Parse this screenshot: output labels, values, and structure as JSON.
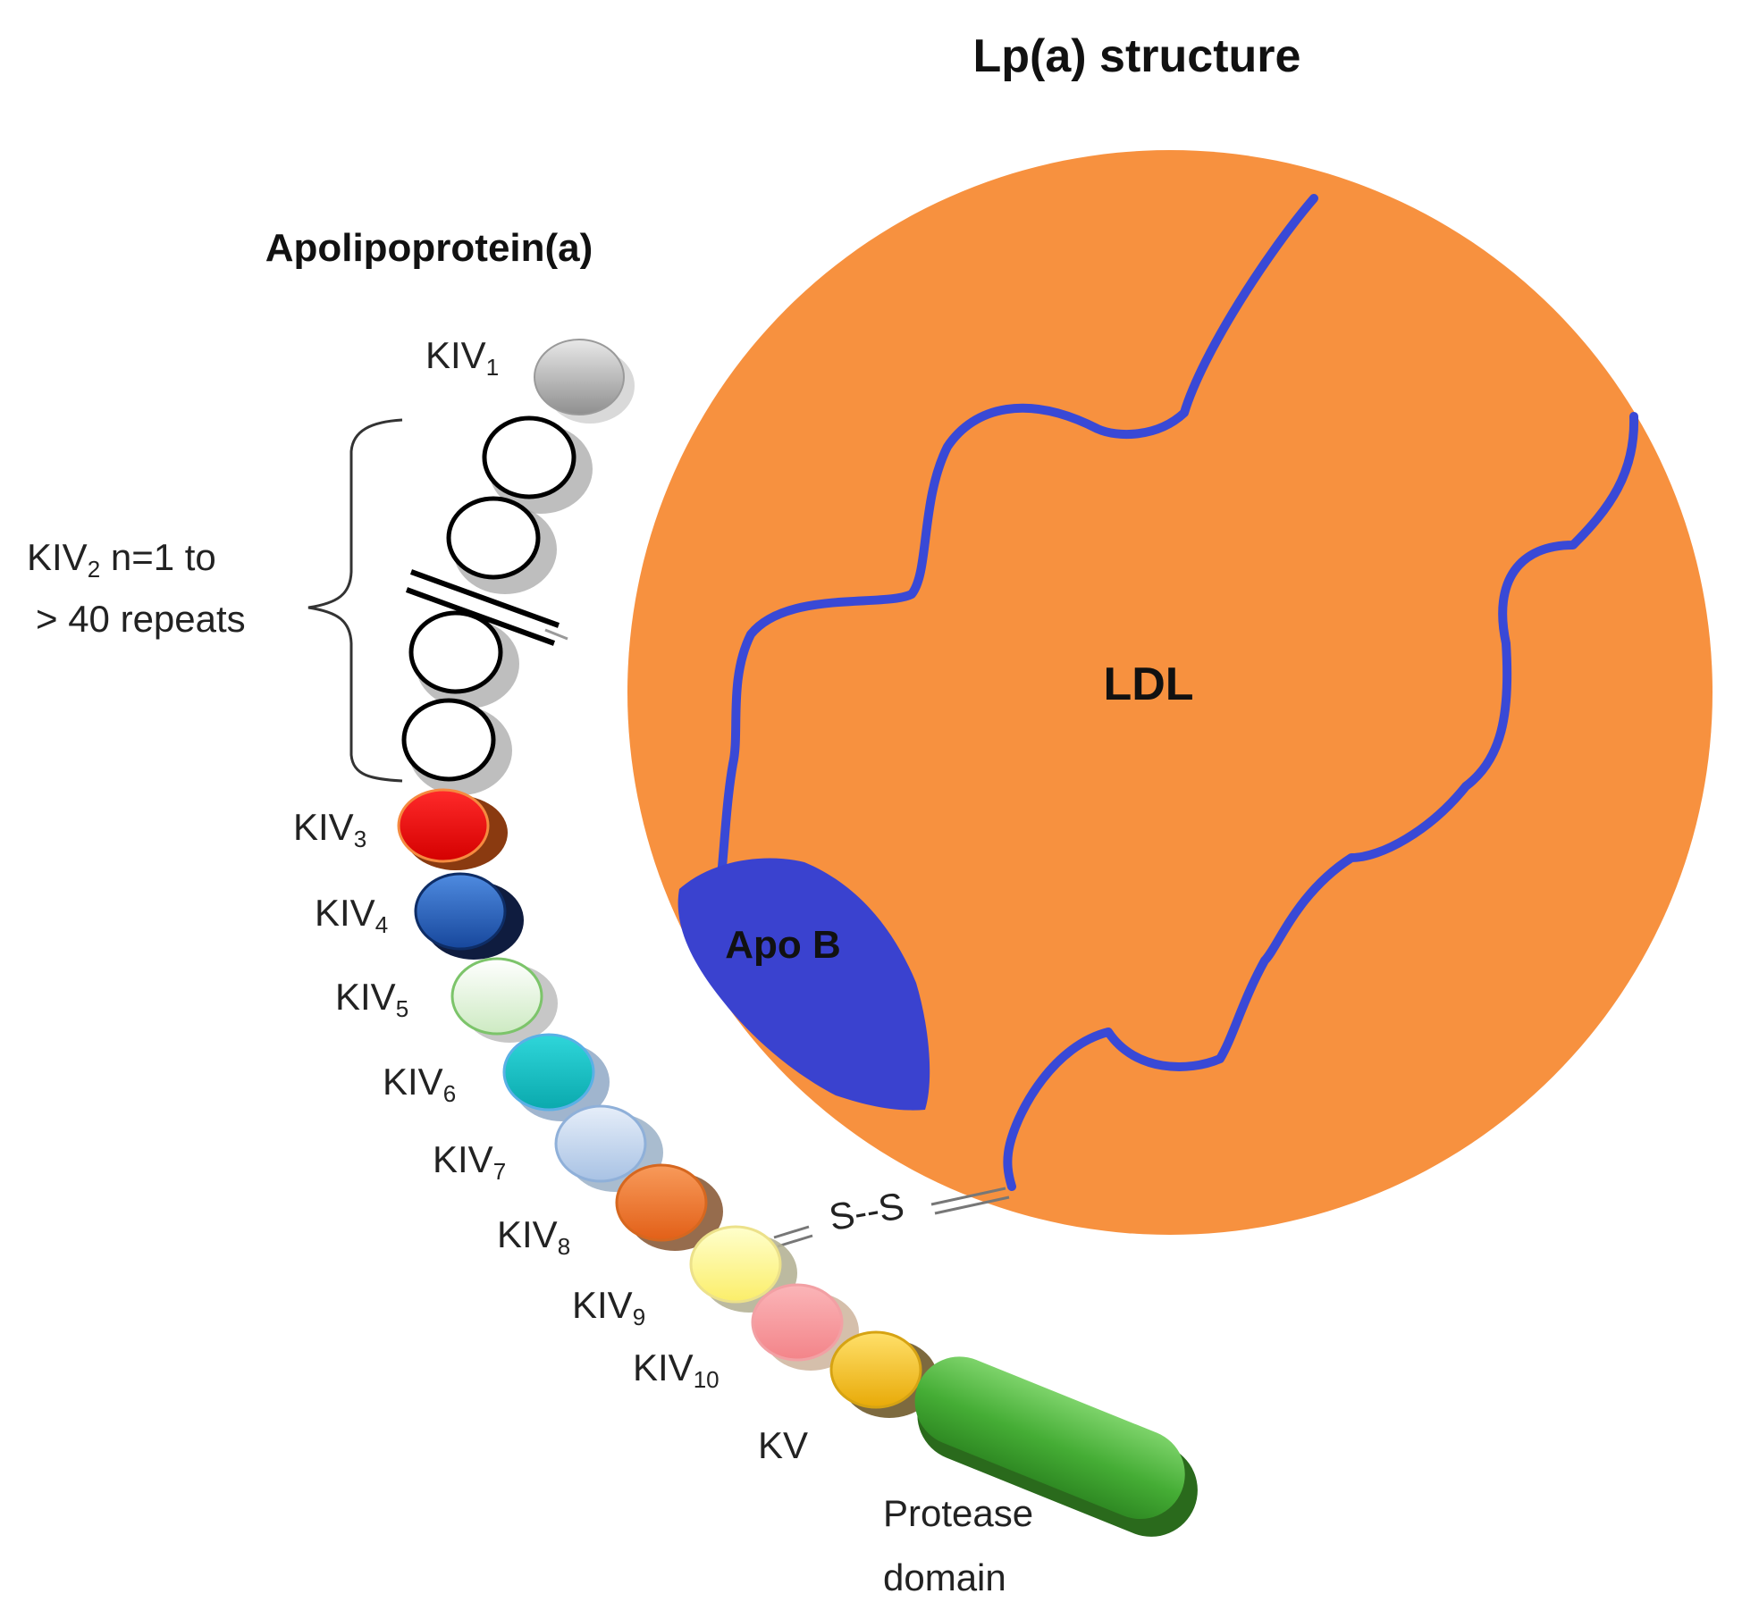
{
  "title": "Lp(a) structure",
  "apo_title": "Apolipoprotein(a)",
  "ldl_label": "LDL",
  "apob_label": "Apo B",
  "ss_label": "S--S",
  "kiv2_label": {
    "line1_main": "KIV",
    "line1_sub": "2",
    "line1_rest": " n=1 to",
    "line2": "> 40 repeats"
  },
  "kringles": [
    {
      "main": "KIV",
      "sub": "1",
      "color": "#b0b0b0",
      "icon": "grey-kringle"
    },
    {
      "main": "KIV",
      "sub": "3",
      "color": "#ee1111",
      "icon": "red-kringle"
    },
    {
      "main": "KIV",
      "sub": "4",
      "color": "#1f5fbf",
      "icon": "blue-kringle"
    },
    {
      "main": "KIV",
      "sub": "5",
      "color": "#e3f4dd",
      "icon": "pale-green-kringle"
    },
    {
      "main": "KIV",
      "sub": "6",
      "color": "#11c4c8",
      "icon": "teal-kringle"
    },
    {
      "main": "KIV",
      "sub": "7",
      "color": "#c4d8ef",
      "icon": "light-blue-kringle"
    },
    {
      "main": "KIV",
      "sub": "8",
      "color": "#f07b33",
      "icon": "orange-kringle"
    },
    {
      "main": "KIV",
      "sub": "9",
      "color": "#fff58c",
      "icon": "yellow-kringle"
    },
    {
      "main": "KIV",
      "sub": "10",
      "color": "#f79ba0",
      "icon": "pink-kringle"
    },
    {
      "main": "KV",
      "sub": "",
      "color": "#f6c21a",
      "icon": "gold-kringle"
    }
  ],
  "protease": {
    "line1": "Protease",
    "line2": "domain",
    "color": "#4db33d"
  },
  "colors": {
    "ldl": "#f7913f",
    "apob": "#3a42cf",
    "apob_chain": "#3949d6",
    "kiv2_outline": "#000000"
  }
}
